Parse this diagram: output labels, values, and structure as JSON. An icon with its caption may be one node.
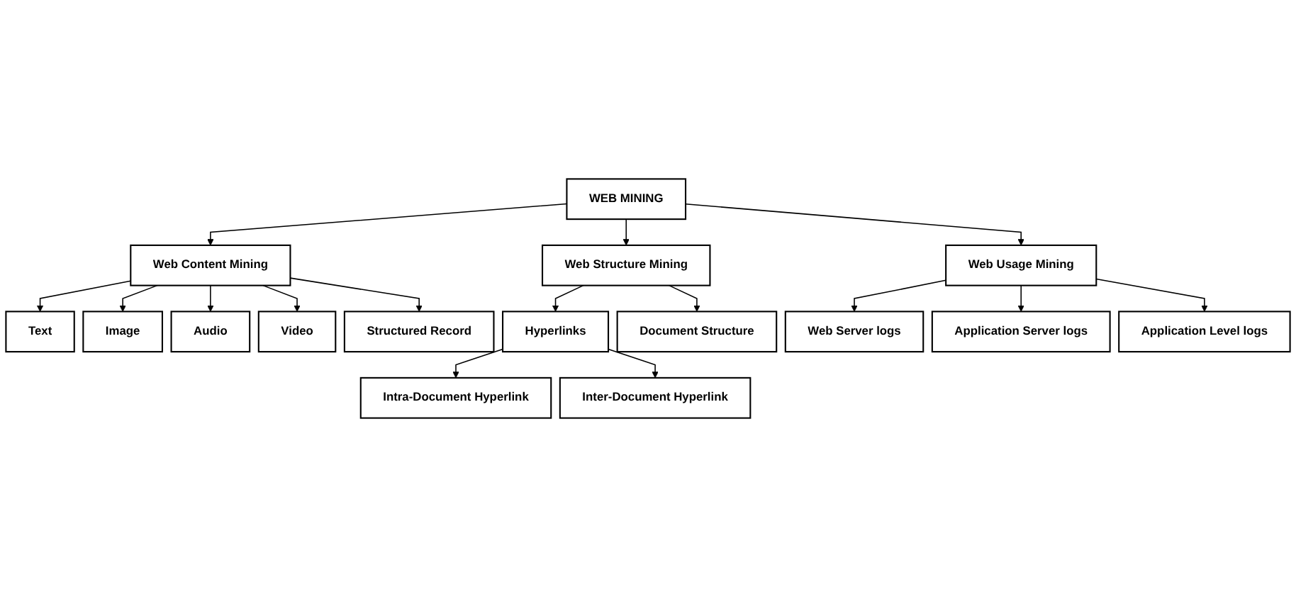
{
  "diagram": {
    "nodes": [
      {
        "text": [
          "WEB MINING"
        ]
      },
      {
        "text": [
          "Web Content Mining"
        ]
      },
      {
        "text": [
          "Web Structure Mining"
        ]
      },
      {
        "text": [
          "Web Usage Mining"
        ]
      },
      {
        "text": [
          "Text"
        ]
      },
      {
        "text": [
          "Image"
        ]
      },
      {
        "text": [
          "Audio"
        ]
      },
      {
        "text": [
          "Video"
        ]
      },
      {
        "text": [
          "Structured Record"
        ]
      },
      {
        "text": [
          "Hyperlinks"
        ]
      },
      {
        "text": [
          "Document Structure"
        ]
      },
      {
        "text": [
          "Intra-Document Hyperlink"
        ]
      },
      {
        "text": [
          "Inter-Document Hyperlink"
        ]
      },
      {
        "text": [
          "Web Server logs"
        ]
      },
      {
        "text": [
          "Application Server logs"
        ]
      },
      {
        "text": [
          "Application Level logs"
        ]
      }
    ],
    "edges": [
      {
        "from": 0,
        "to": 1,
        "arrow": "to"
      },
      {
        "from": 0,
        "to": 2,
        "arrow": "to"
      },
      {
        "from": 0,
        "to": 3,
        "arrow": "to"
      },
      {
        "from": 1,
        "to": 4,
        "arrow": "to"
      },
      {
        "from": 1,
        "to": 5,
        "arrow": "to"
      },
      {
        "from": 1,
        "to": 6,
        "arrow": "to"
      },
      {
        "from": 1,
        "to": 7,
        "arrow": "to"
      },
      {
        "from": 1,
        "to": 8,
        "arrow": "to"
      },
      {
        "from": 2,
        "to": 9,
        "arrow": "to"
      },
      {
        "from": 2,
        "to": 10,
        "arrow": "to"
      },
      {
        "from": 9,
        "to": 11,
        "arrow": "to"
      },
      {
        "from": 9,
        "to": 12,
        "arrow": "to"
      },
      {
        "from": 3,
        "to": 13,
        "arrow": "to"
      },
      {
        "from": 3,
        "to": 14,
        "arrow": "to"
      },
      {
        "from": 3,
        "to": 15,
        "arrow": "to"
      }
    ]
  }
}
